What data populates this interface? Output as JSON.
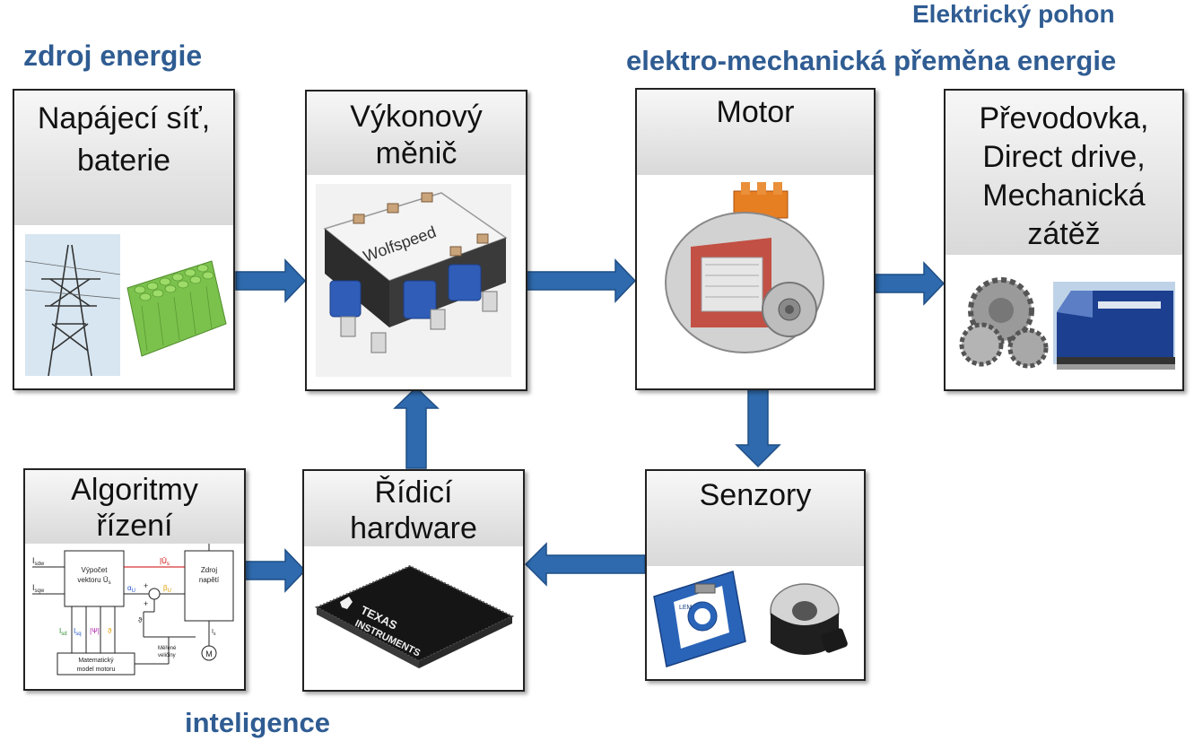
{
  "headings": {
    "left": "zdroj energie",
    "top_right": "Elektrický pohon",
    "right": "elektro-mechanická přeměna energie",
    "bottom": "inteligence"
  },
  "boxes": {
    "source": {
      "title_lines": [
        "Napájecí síť,",
        "baterie"
      ]
    },
    "inverter": {
      "title_lines": [
        "Výkonový",
        "měnič"
      ],
      "brand": "Wolfspeed"
    },
    "motor": {
      "title_lines": [
        "Motor"
      ]
    },
    "load": {
      "title_lines": [
        "Převodovka,",
        "Direct drive,",
        "Mechanická",
        "zátěž"
      ]
    },
    "algo": {
      "title_lines": [
        "Algoritmy",
        "řízení"
      ]
    },
    "hw": {
      "title_lines": [
        "Řídicí",
        "hardware"
      ],
      "brand_line1": "TEXAS",
      "brand_line2": "INSTRUMENTS"
    },
    "sensors": {
      "title_lines": [
        "Senzory"
      ],
      "brand": "LEM"
    }
  },
  "algo_diagram": {
    "in1": "I",
    "in1_sub": "sdw",
    "in2": "I",
    "in2_sub": "sqw",
    "block1_l1": "Výpočet",
    "block1_l2": "vektoru Ū",
    "block1_sub": "s",
    "block2_l1": "Zdroj",
    "block2_l2": "napětí",
    "block3_l1": "Matematický",
    "block3_l2": "model motoru",
    "us_label": "|Ū",
    "us_sub": "s",
    "au_label": "α",
    "au_sub": "U",
    "bu_label": "β",
    "bu_sub": "U",
    "theta": "ϑ",
    "plus1": "+",
    "plus2": "+",
    "isd": "I",
    "isd_sub": "sd",
    "isq": "I",
    "isq_sub": "sq",
    "psi": "|Ψ|",
    "theta2": "ϑ",
    "mer1": "Měřené",
    "mer2": "veličiny",
    "is": "I",
    "is_sub": "s",
    "motor_m": "M"
  },
  "colors": {
    "heading": "#2f5c92",
    "arrow": "#2e6aad",
    "arrow_edge": "#1f4e85"
  }
}
